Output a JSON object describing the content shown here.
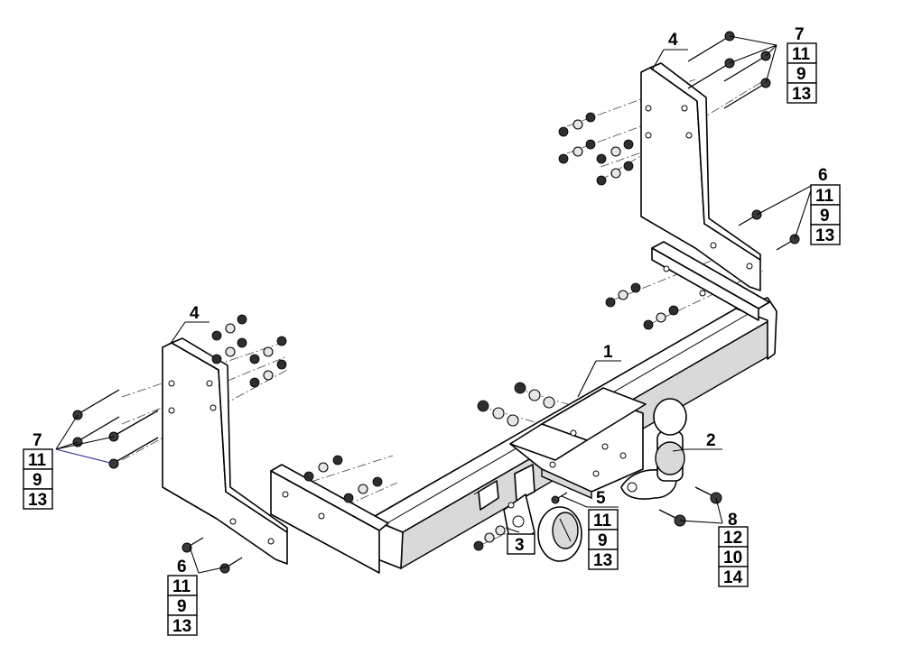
{
  "callouts": {
    "c1": "1",
    "c2": "2",
    "c3": "3",
    "c4_left": "4",
    "c4_right": "4",
    "c5": "5",
    "c6_left": "6",
    "c6_right": "6",
    "c7_left": "7",
    "c7_right": "7",
    "c8": "8"
  },
  "stacks": {
    "right_top": [
      "11",
      "9",
      "13"
    ],
    "right_mid": [
      "11",
      "9",
      "13"
    ],
    "left_top": [
      "11",
      "9",
      "13"
    ],
    "left_bottom": [
      "11",
      "9",
      "13"
    ],
    "center": [
      "11",
      "9",
      "13"
    ],
    "ball_bolts": [
      "12",
      "10",
      "14"
    ]
  }
}
